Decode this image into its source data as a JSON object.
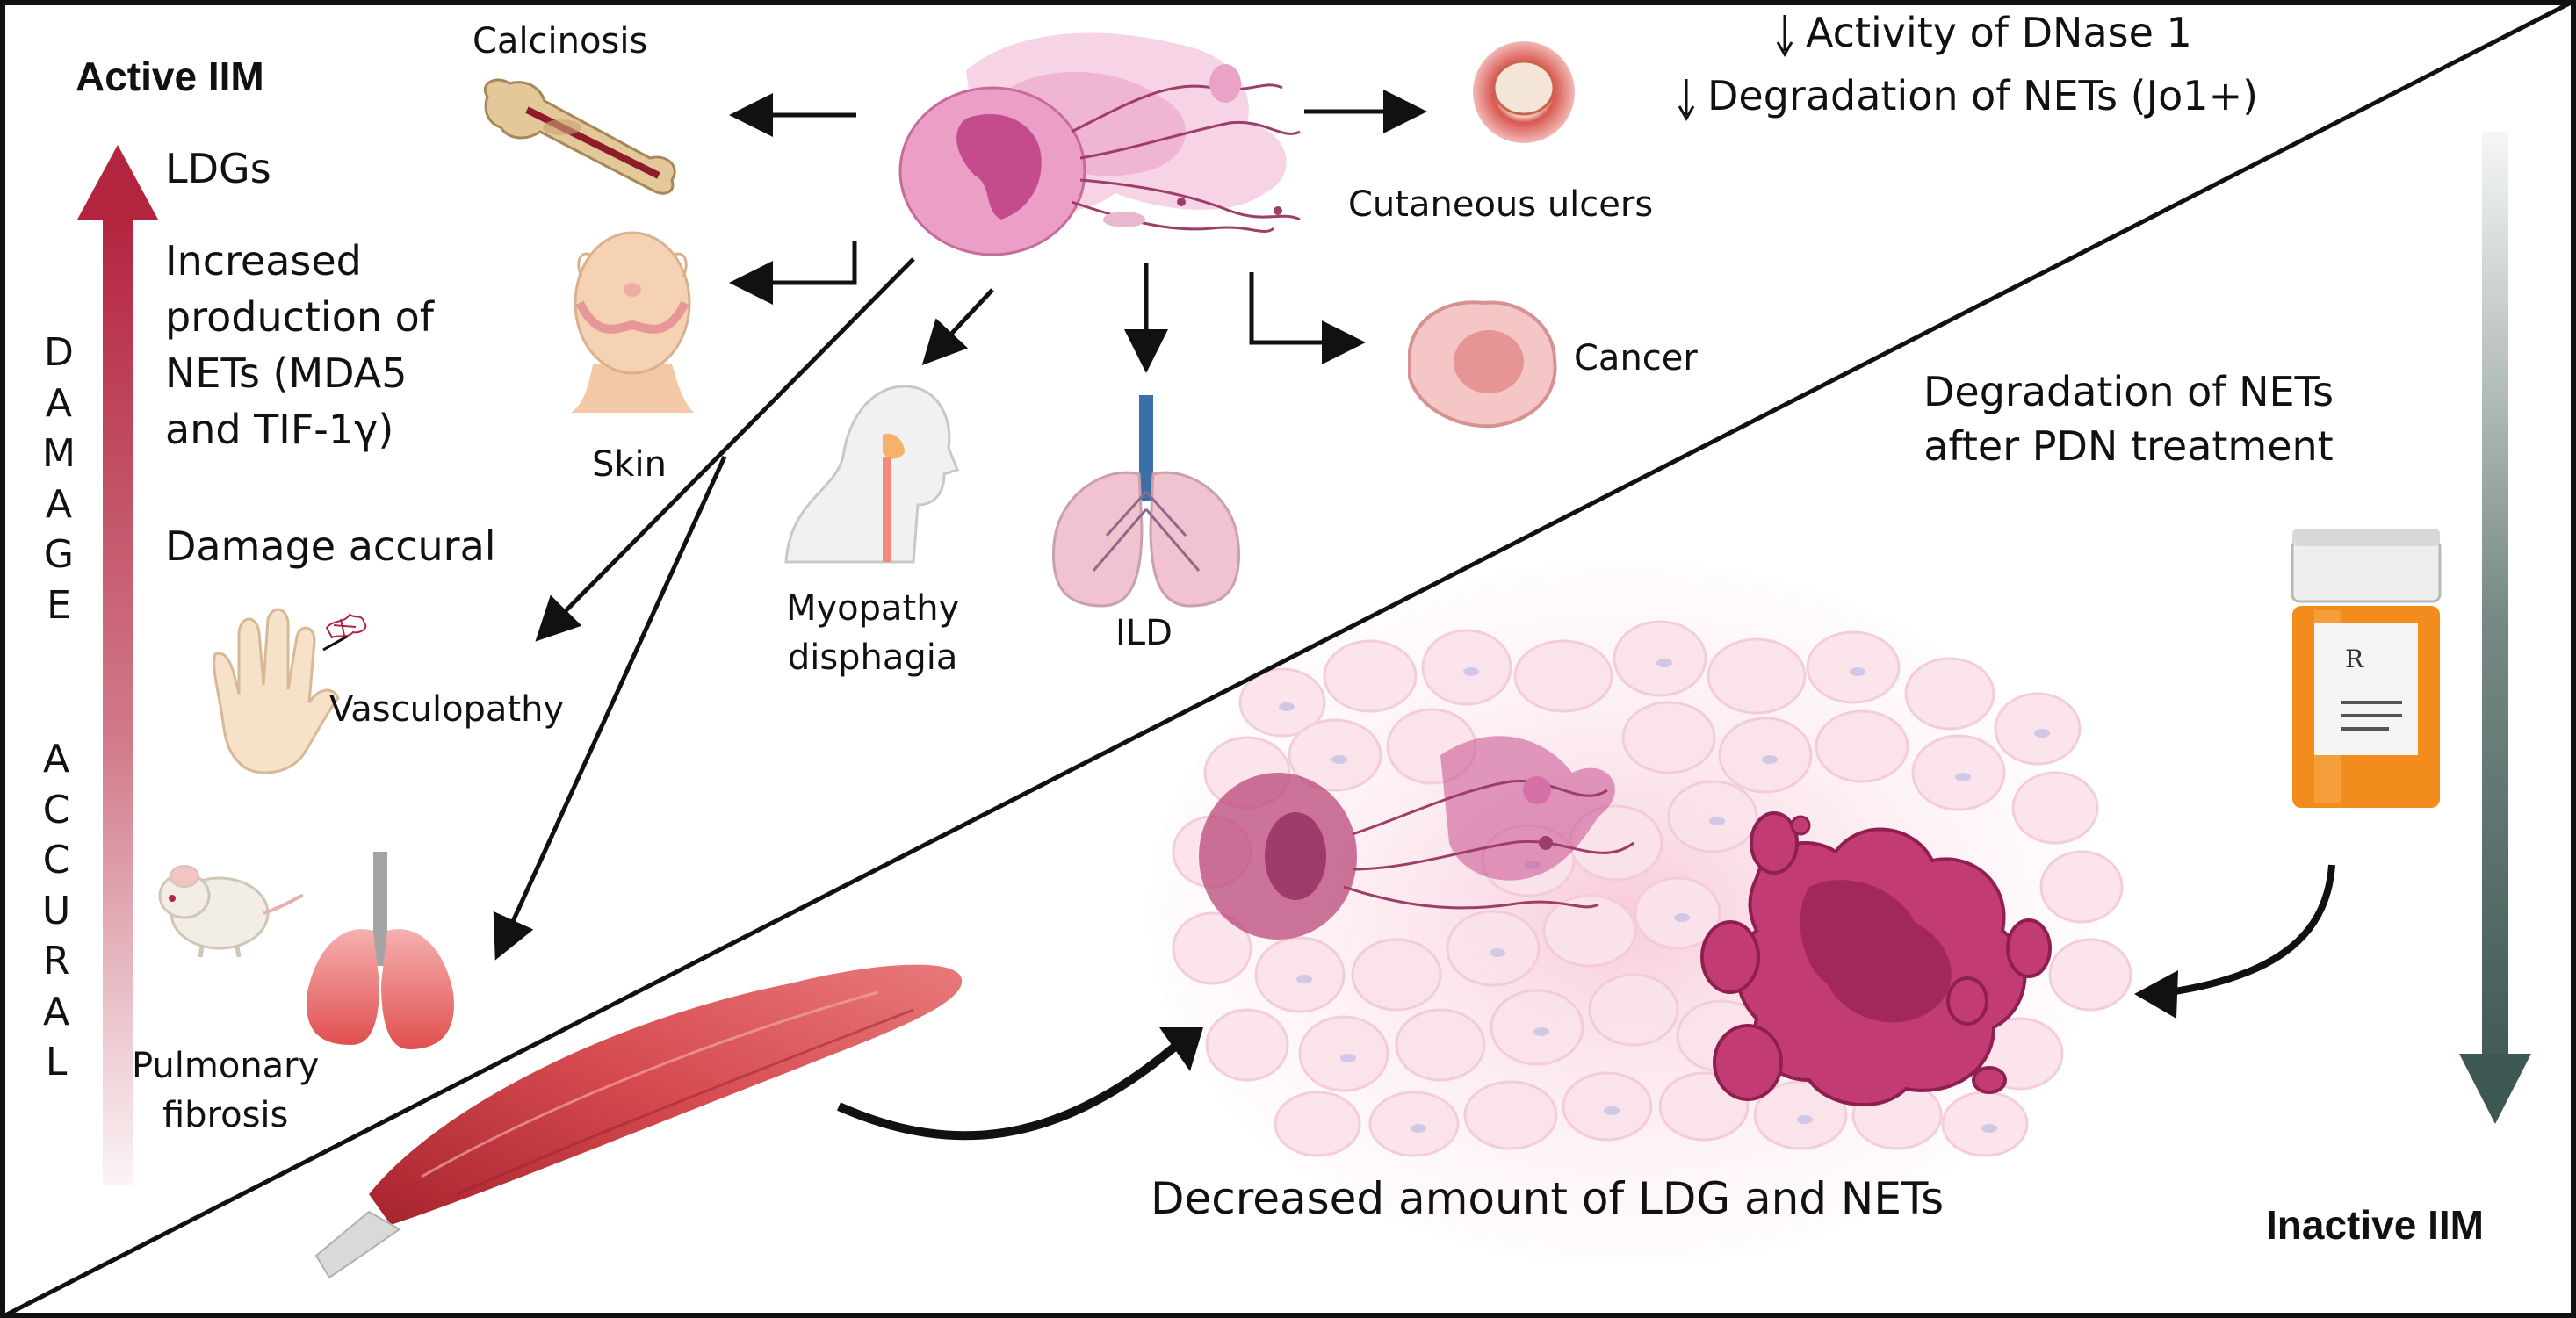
{
  "labels": {
    "active_iim": "Active IIM",
    "inactive_iim": "Inactive IIM",
    "ldgs": "LDGs",
    "increased_production": "Increased\nproduction of\nNETs (MDA5\nand TIF-1γ)",
    "damage_accural": "Damage accural",
    "calcinosis": "Calcinosis",
    "skin": "Skin",
    "vasculopathy": "Vasculopathy",
    "pulmonary_fibrosis": "Pulmonary\nfibrosis",
    "myopathy": "Myopathy\ndisphagia",
    "ild": "ILD",
    "cutaneous_ulcers": "Cutaneous ulcers",
    "cancer": "Cancer",
    "dnase_activity": "Activity of DNase 1",
    "nets_degradation_jo1": "Degradation of NETs (Jo1+)",
    "degradation_after_pdn": "Degradation of NETs\nafter PDN treatment",
    "decreased_amount": "Decreased amount of LDG and NETs",
    "rx": "R"
  },
  "vertical_text": {
    "damage": [
      "D",
      "A",
      "M",
      "A",
      "G",
      "E"
    ],
    "accural": [
      "A",
      "C",
      "C",
      "U",
      "R",
      "A",
      "L"
    ]
  },
  "colors": {
    "damage_arrow": "#b3243e",
    "inactive_arrow": "#3d5752",
    "net_pink": "#d870a8",
    "lung_pink": "#e88a8a",
    "muscle_red": "#c8353d",
    "pill_orange": "#f28c1c",
    "apoptotic": "#c23c73",
    "frame": "#111111"
  },
  "icons": [
    "damage-arrow-icon",
    "inactive-arrow-icon",
    "bone-icon",
    "face-skin-icon",
    "hand-vessel-icon",
    "mouse-icon",
    "fibrotic-lung-icon",
    "esophagus-head-icon",
    "ild-lung-icon",
    "ulcer-icon",
    "cancer-cell-icon",
    "netosis-neutrophil-icon",
    "muscle-icon",
    "pill-bottle-icon",
    "apoptotic-cell-icon",
    "down-arrow-icon"
  ]
}
